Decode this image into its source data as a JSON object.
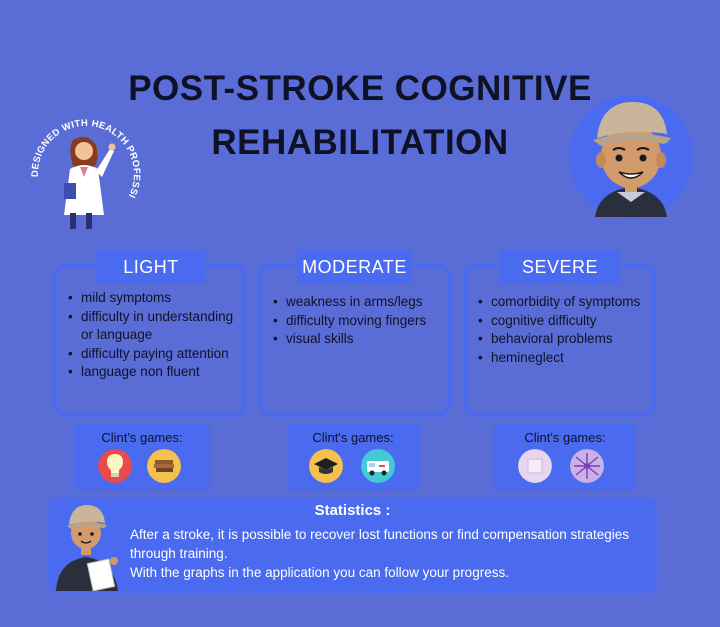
{
  "title": {
    "line1": "POST-STROKE COGNITIVE",
    "line2": "REHABILITATION"
  },
  "badge": {
    "text": "DESIGNED WITH HEALTH PROFESSIONALS"
  },
  "categories": [
    {
      "label": "LIGHT",
      "items": [
        "mild symptoms",
        "difficulty in understanding or language",
        "difficulty paying attention",
        "language non fluent"
      ],
      "games_label": "Clint's games:",
      "game_icons": [
        "lightbulb-icon",
        "book-stack-icon"
      ]
    },
    {
      "label": "MODERATE",
      "items": [
        "weakness in arms/legs",
        "difficulty moving fingers",
        "visual skills"
      ],
      "games_label": "Clint's games:",
      "game_icons": [
        "graduation-cap-icon",
        "ambulance-icon"
      ]
    },
    {
      "label": "SEVERE",
      "items": [
        "comorbidity of symptoms",
        "cognitive difficulty",
        "behavioral problems",
        "hemineglect"
      ],
      "games_label": "Clint's games:",
      "game_icons": [
        "tile-icon",
        "spider-web-icon"
      ]
    }
  ],
  "statistics": {
    "title": "Statistics :",
    "line1": "After a stroke, it is possible to recover lost functions or find compensation strategies through training.",
    "line2": "With the graphs in the application you can follow your progress."
  },
  "colors": {
    "background": "#5a6dd6",
    "accent": "#4a6af0",
    "title_text": "#0f1226"
  }
}
